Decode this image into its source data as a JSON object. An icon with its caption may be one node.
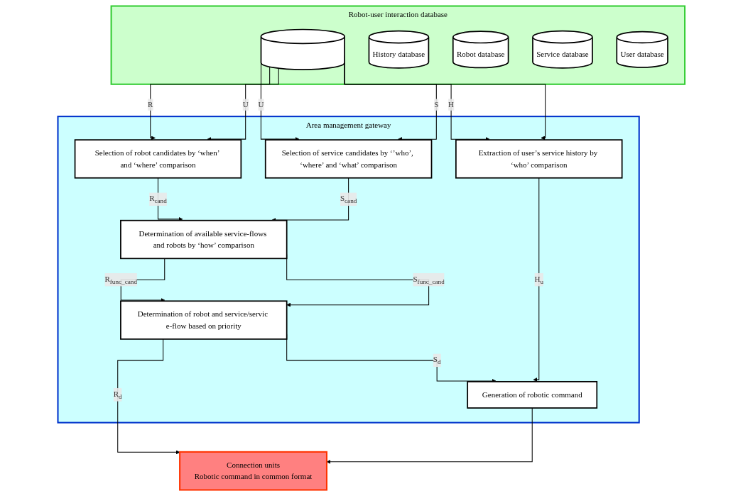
{
  "diagram": {
    "nodes": [
      {
        "text": [
          "Robot-user interaction database"
        ]
      },
      {
        "text": [],
        "shape": "cylinder",
        "in": 0
      },
      {
        "text": [
          "History database"
        ],
        "in": 0
      },
      {
        "text": [
          "Robot database"
        ],
        "in": 0
      },
      {
        "text": [
          "Service database"
        ],
        "in": 0
      },
      {
        "text": [
          "User database"
        ],
        "in": 0
      },
      {
        "text": [
          "Area management gateway"
        ]
      },
      {
        "text": [
          "Selection of robot candidates by ‘when’ and ‘where’ comparison"
        ],
        "in": 6
      },
      {
        "text": [
          "Selection of service candidates by ‘’who’, ‘where’ and ‘what’ comparison"
        ],
        "in": 6
      },
      {
        "text": [
          "Determination of available service-flows and robots by ‘how’ comparison"
        ],
        "in": 6
      },
      {
        "text": [
          "Determination of robot and service/servic e-flow based on priority"
        ],
        "in": 6
      },
      {
        "text": [
          "Extraction of user’s service history by ‘who’ comparison"
        ],
        "in": 6
      },
      {
        "text": [
          "Generation of robotic command"
        ],
        "in": 6
      },
      {
        "text": [
          "Connection units",
          "Robotic command in common format"
        ]
      }
    ],
    "edges": [
      {
        "from": 1,
        "to": 7,
        "arrow": "to",
        "label": "R"
      },
      {
        "from": 1,
        "to": 7,
        "arrow": "to",
        "label": "U"
      },
      {
        "from": 1,
        "to": 8,
        "arrow": "to",
        "label": "U"
      },
      {
        "from": 1,
        "to": 8,
        "arrow": "to",
        "label": "S"
      },
      {
        "from": 1,
        "to": 11,
        "arrow": "to",
        "label": "H"
      },
      {
        "from": 1,
        "to": 11,
        "arrow": "to"
      },
      {
        "from": 7,
        "to": 9,
        "arrow": "to",
        "label": "R$_{cand}$"
      },
      {
        "from": 8,
        "to": 9,
        "arrow": "to",
        "label": "S$_{cand}$"
      },
      {
        "from": 9,
        "to": 10,
        "arrow": "to",
        "label": "R$_{func_cand}$"
      },
      {
        "from": 9,
        "to": 10,
        "arrow": "to",
        "label": "S$_{func_cand}$"
      },
      {
        "from": 10,
        "to": 12,
        "arrow": "to",
        "label": "S$_{d}$"
      },
      {
        "from": 11,
        "to": 12,
        "arrow": "to",
        "label": "H$_{u}$"
      },
      {
        "from": 10,
        "to": 13,
        "arrow": "to",
        "label": "R$_{d}$"
      },
      {
        "from": 12,
        "to": 13,
        "arrow": "to"
      }
    ]
  }
}
